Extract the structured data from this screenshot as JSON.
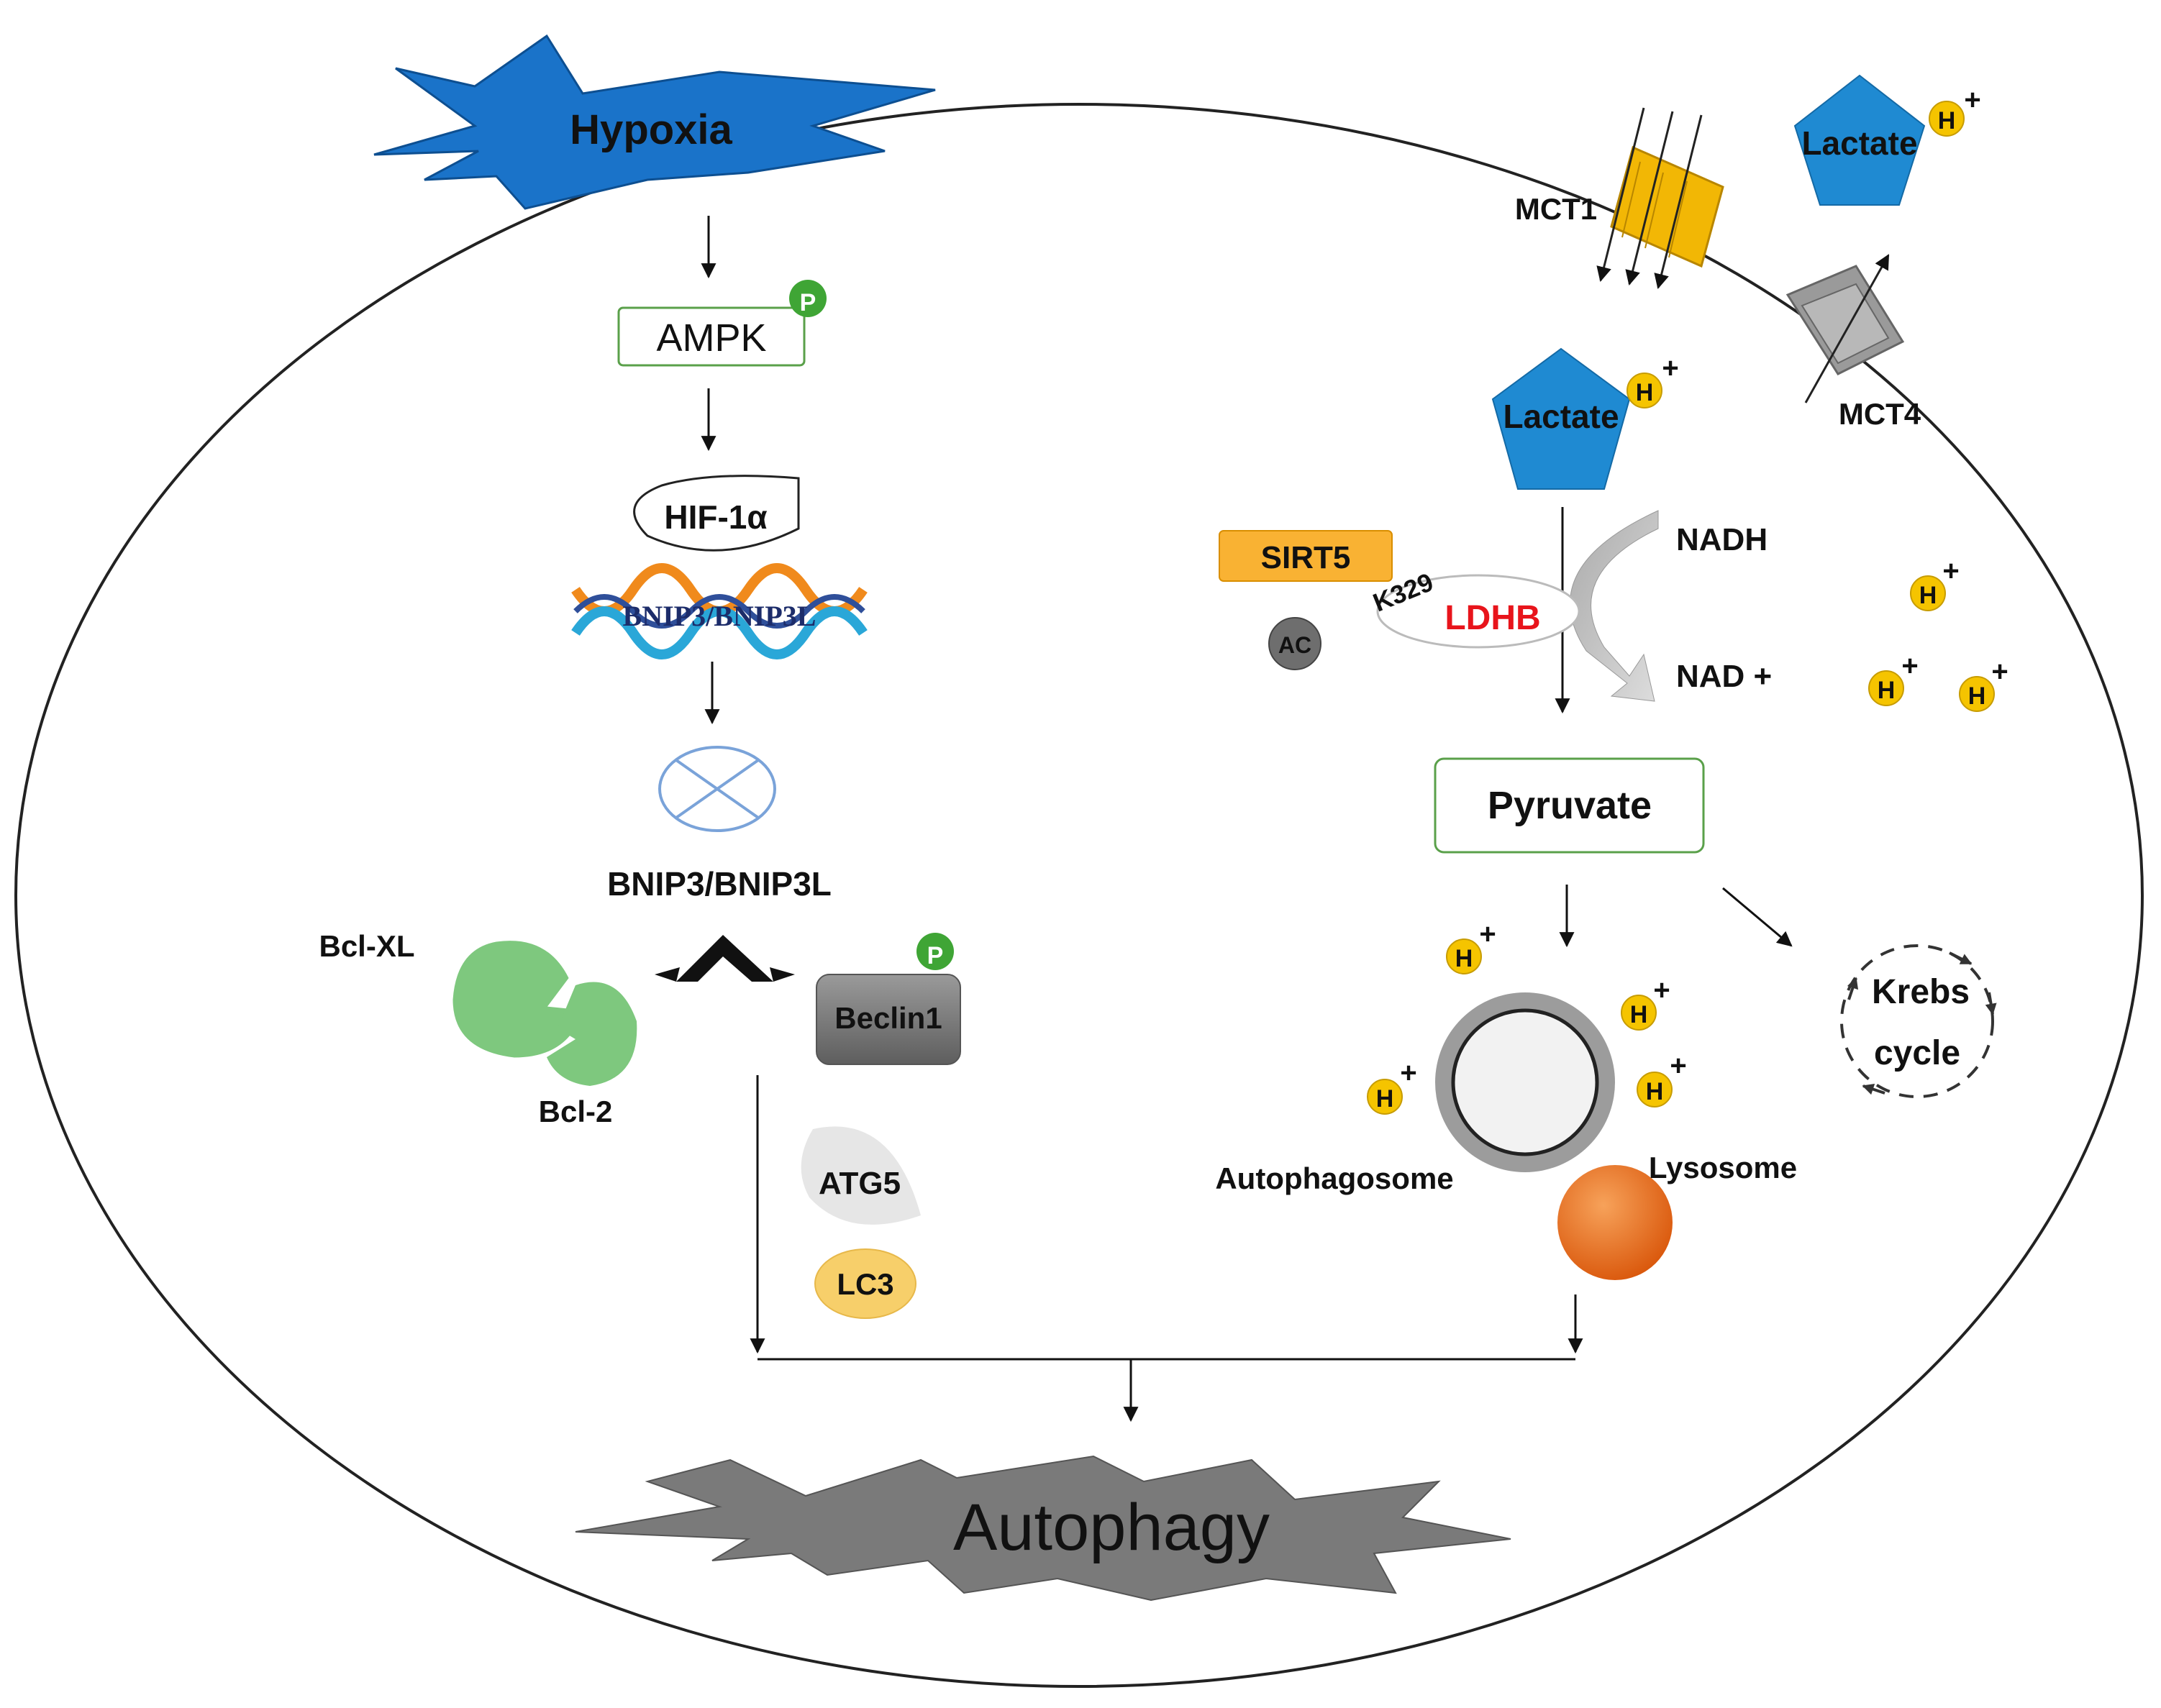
{
  "labels": {
    "hypoxia": "Hypoxia",
    "ampk": "AMPK",
    "phospho": "P",
    "hif": "HIF-1α",
    "bnip_dna": "BNIP3/BNIP3L",
    "bnip": "BNIP3/BNIP3L",
    "bclxl": "Bcl-XL",
    "bcl2": "Bcl-2",
    "beclin": "Beclin1",
    "atg5": "ATG5",
    "lc3": "LC3",
    "autophagy": "Autophagy",
    "mct1": "MCT1",
    "mct4": "MCT4",
    "lactate_out": "Lactate",
    "lactate_in": "Lactate",
    "h": "H",
    "plus": "+",
    "sirt5": "SIRT5",
    "k329": "K329",
    "ldhb": "LDHB",
    "ac": "AC",
    "nadh": "NADH",
    "nad": "NAD +",
    "pyruvate": "Pyruvate",
    "krebs1": "Krebs",
    "krebs2": "cycle",
    "autophagosome": "Autophagosome",
    "lysosome": "Lysosome"
  },
  "colors": {
    "hypoxia": "#1a73c9",
    "lactate": "#1f8ad2",
    "proton": "#f5c400",
    "phospho": "#3fa535",
    "mct1": "#f2b705",
    "mct4": "#8a8a8a",
    "ldhb": "#e8141b",
    "sirt5": "#f9b233",
    "lysosome": "#e8620e",
    "bcl": "#7ec87e",
    "lc3": "#f7cf6a",
    "autophagy_burst": "#7a7a7a"
  }
}
